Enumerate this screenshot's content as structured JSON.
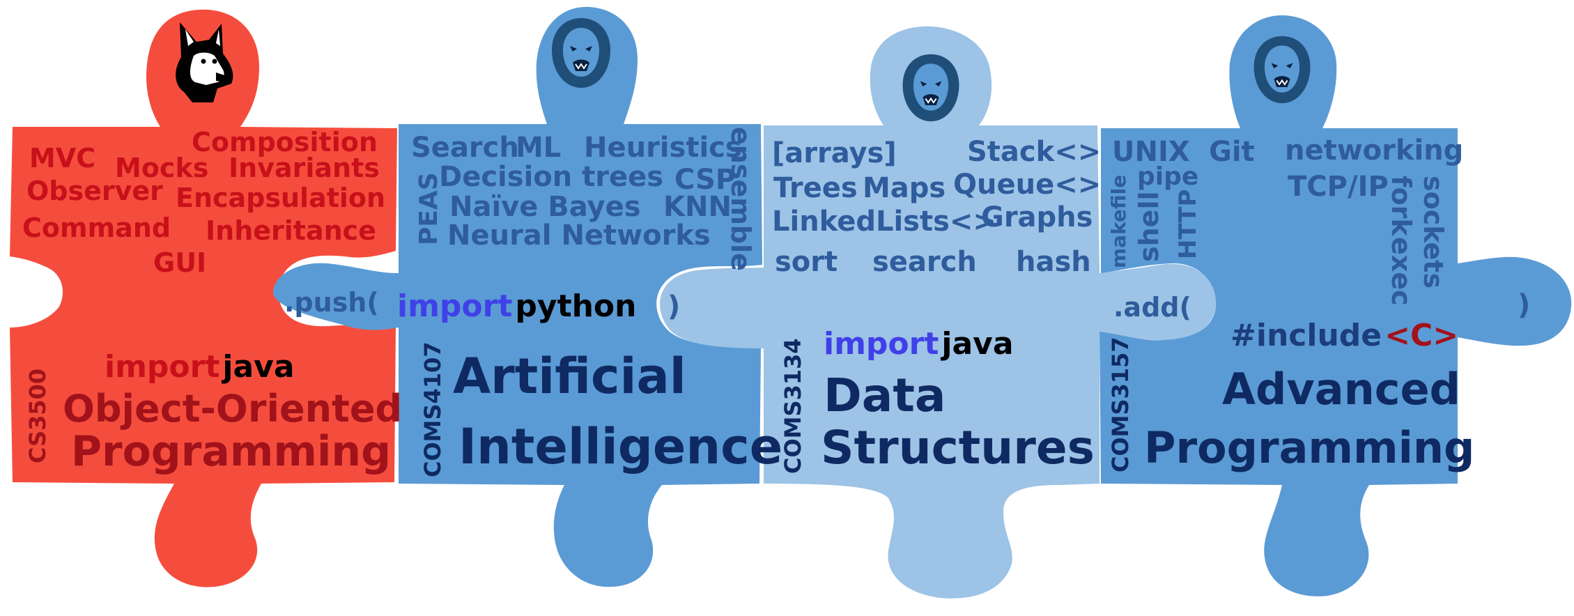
{
  "colors": {
    "piece1": "#f54d3d",
    "piece2": "#5b9bd5",
    "piece3": "#9dc3e6",
    "piece4": "#5b9bd5",
    "red_text": "#c8101a",
    "blue_text": "#2f5c9c",
    "navy_text": "#0f2a62",
    "import_text": "#4040e8"
  },
  "icons": {
    "piece1": "husky-mascot-icon",
    "piece2": "lion-mascot-icon",
    "piece3": "lion-mascot-icon",
    "piece4": "lion-mascot-icon"
  },
  "pieces": [
    {
      "course_code": "CS3500",
      "title_line1": "Object-Oriented",
      "title_line2": "Programming",
      "import_kw": "import",
      "import_lang": "java",
      "keywords": [
        "Composition",
        "MVC",
        "Mocks",
        "Invariants",
        "Observer",
        "Encapsulation",
        "Command",
        "Inheritance",
        "GUI"
      ]
    },
    {
      "course_code": "COMS4107",
      "title_line1": "Artificial",
      "title_line2": "Intelligence",
      "import_kw": "import",
      "import_lang": "python",
      "connector_open": ".push(",
      "connector_close": ")",
      "keywords": [
        "Search",
        "ML",
        "Heuristics",
        "ensemble",
        "PEAS",
        "Decision trees",
        "CSP",
        "Naïve Bayes",
        "KNN",
        "Neural Networks"
      ]
    },
    {
      "course_code": "COMS3134",
      "title_line1": "Data",
      "title_line2": "Structures",
      "import_kw": "import",
      "import_lang": "java",
      "keywords": [
        "[arrays]",
        "Stack<>",
        "Trees",
        "Maps",
        "Queue<>",
        "LinkedLists<>",
        "Graphs",
        "sort",
        "search",
        "hash"
      ]
    },
    {
      "course_code": "COMS3157",
      "title_line1": "Advanced",
      "title_line2": "Programming",
      "include_kw": "#include",
      "include_lang": "<C>",
      "connector_open": ".add(",
      "connector_close": ")",
      "keywords": [
        "UNIX",
        "Git",
        "networking",
        "makefile",
        "pipe",
        "shell",
        "HTTP",
        "TCP/IP",
        "fork",
        "exec",
        "sockets"
      ]
    }
  ]
}
